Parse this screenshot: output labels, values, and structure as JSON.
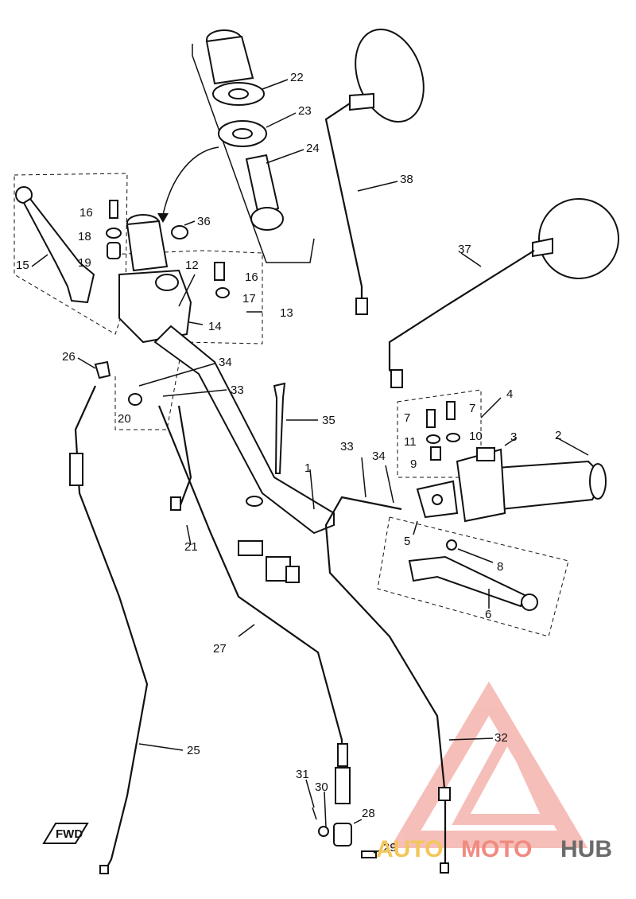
{
  "callouts": [
    {
      "id": "1",
      "label": "1"
    },
    {
      "id": "2",
      "label": "2"
    },
    {
      "id": "3",
      "label": "3"
    },
    {
      "id": "4",
      "label": "4"
    },
    {
      "id": "5",
      "label": "5"
    },
    {
      "id": "6",
      "label": "6"
    },
    {
      "id": "7a",
      "label": "7"
    },
    {
      "id": "7b",
      "label": "7"
    },
    {
      "id": "8",
      "label": "8"
    },
    {
      "id": "9",
      "label": "9"
    },
    {
      "id": "10",
      "label": "10"
    },
    {
      "id": "11",
      "label": "11"
    },
    {
      "id": "12",
      "label": "12"
    },
    {
      "id": "13",
      "label": "13"
    },
    {
      "id": "14",
      "label": "14"
    },
    {
      "id": "15",
      "label": "15"
    },
    {
      "id": "16a",
      "label": "16"
    },
    {
      "id": "16b",
      "label": "16"
    },
    {
      "id": "17",
      "label": "17"
    },
    {
      "id": "18",
      "label": "18"
    },
    {
      "id": "19",
      "label": "19"
    },
    {
      "id": "20",
      "label": "20"
    },
    {
      "id": "21",
      "label": "21"
    },
    {
      "id": "22",
      "label": "22"
    },
    {
      "id": "23",
      "label": "23"
    },
    {
      "id": "24",
      "label": "24"
    },
    {
      "id": "25",
      "label": "25"
    },
    {
      "id": "26",
      "label": "26"
    },
    {
      "id": "27",
      "label": "27"
    },
    {
      "id": "28",
      "label": "28"
    },
    {
      "id": "29",
      "label": "29"
    },
    {
      "id": "30",
      "label": "30"
    },
    {
      "id": "31",
      "label": "31"
    },
    {
      "id": "32",
      "label": "32"
    },
    {
      "id": "33a",
      "label": "33"
    },
    {
      "id": "33b",
      "label": "33"
    },
    {
      "id": "34a",
      "label": "34"
    },
    {
      "id": "34b",
      "label": "34"
    },
    {
      "id": "35",
      "label": "35"
    },
    {
      "id": "36",
      "label": "36"
    },
    {
      "id": "37",
      "label": "37"
    },
    {
      "id": "38",
      "label": "38"
    }
  ],
  "fwd_label": "FWD",
  "watermark": {
    "part1": "AUTO",
    "part2": "MOTO",
    "part3": "HUB",
    "color_primary": "#f08a80",
    "color_secondary": "#f4c65a",
    "color_dark": "#6b6b6b"
  }
}
